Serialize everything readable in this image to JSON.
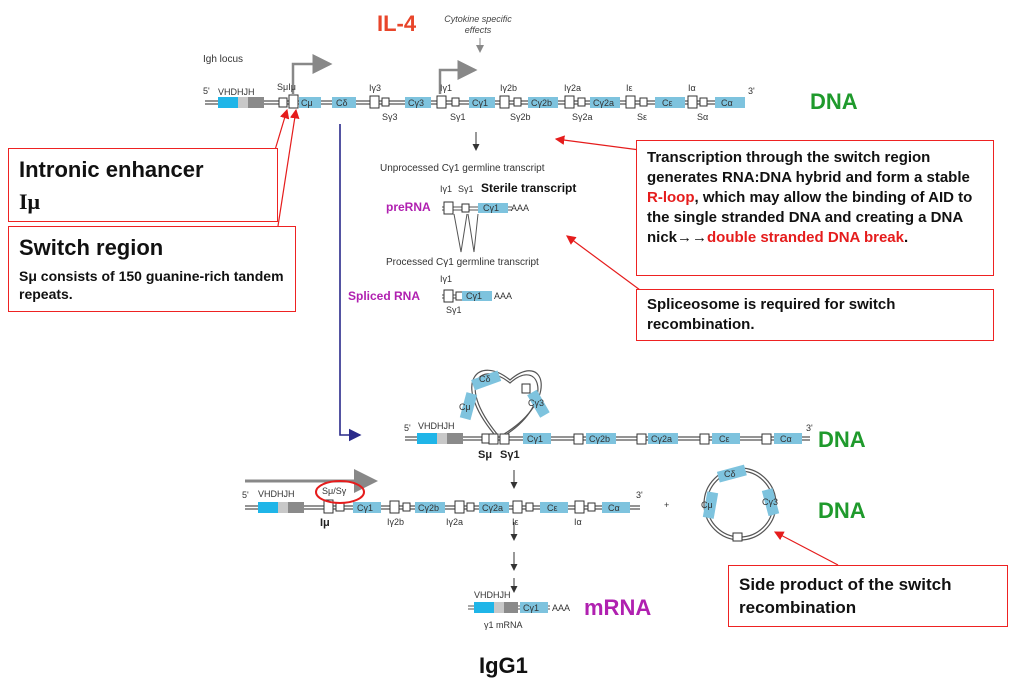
{
  "title": {
    "il4": "IL-4",
    "cytokine_effects": "Cytokine specific effects",
    "igh_locus": "Igh locus"
  },
  "labels": {
    "dna_top": "DNA",
    "dna_mid": "DNA",
    "dna_circle": "DNA",
    "mrna": "mRNA",
    "igg1": "IgG1",
    "unprocessed": "Unprocessed Cγ1 germline transcript",
    "processed": "Processed Cγ1 germline transcript",
    "sterile": "Sterile transcript",
    "prerna": "preRNA",
    "spliced": "Spliced RNA",
    "gamma1_mrna": "γ1 mRNA",
    "s_mu_s_gamma": "Sμ/Sγ",
    "i_mu": "Iμ",
    "s_mu": "Sμ",
    "s_gamma1": "Sγ1",
    "plus": "+"
  },
  "boxes": {
    "intronic_title": "Intronic enhancer",
    "intronic_sub": "Iμ",
    "switch_title": "Switch region",
    "switch_sub": "Sμ consists of 150 guanine-rich tandem repeats.",
    "transcription_pre": "Transcription through the switch region generates RNA:DNA hybrid and form a stable ",
    "transcription_rloop": "R-loop",
    "transcription_mid": ", which may allow the binding of AID to the single stranded DNA and creating a DNA nick→→",
    "transcription_break": "double stranded DNA break",
    "transcription_end": ".",
    "spliceosome": "Spliceosome is required for switch recombination.",
    "side_product": "Side product of the switch recombination"
  },
  "locus_top": {
    "five": "5'",
    "three": "3'",
    "vdj": "VHDHJH",
    "si_mu": "SμIμ",
    "genes": [
      "Cμ",
      "Cδ",
      "Cγ3",
      "Cγ1",
      "Cγ2b",
      "Cγ2a",
      "Cε",
      "Cα"
    ],
    "i_labels": [
      "Iγ3",
      "Iγ1",
      "Iγ2b",
      "Iγ2a",
      "Iε",
      "Iα"
    ],
    "s_labels": [
      "Sγ3",
      "Sγ1",
      "Sγ2b",
      "Sγ2a",
      "Sε",
      "Sα"
    ]
  },
  "transcripts": {
    "iy1": "Iγ1",
    "sy1": "Sγ1",
    "cy1": "Cγ1",
    "aaa": "AAA"
  },
  "locus_mid": {
    "five": "5'",
    "three": "3'",
    "vdj": "VHDHJH",
    "genes": [
      "Cγ1",
      "Cγ2b",
      "Cγ2a",
      "Cε",
      "Cα"
    ],
    "loop_genes": [
      "Cδ",
      "Cγ3",
      "Cμ"
    ]
  },
  "locus_low": {
    "five": "5'",
    "three": "3'",
    "vdj": "VHDHJH",
    "genes": [
      "Cγ1",
      "Cγ2b",
      "Cγ2a",
      "Cε",
      "Cα"
    ],
    "i_labels": [
      "Iγ2b",
      "Iγ2a",
      "Iε",
      "Iα"
    ]
  },
  "circle": {
    "genes": [
      "Cδ",
      "Cγ3",
      "Cμ"
    ]
  },
  "mrna_row": {
    "vdj": "VHDHJH",
    "cy1": "Cγ1",
    "aaa": "AAA"
  },
  "colors": {
    "gene": "#7ec3de",
    "vdj_blue": "#1fb5e8",
    "grey": "#a8a8a8",
    "red_text": "#e8452a",
    "green_text": "#1f9a2c",
    "magenta_text": "#b020b0",
    "box_border": "#e22",
    "navy_arrow": "#2a2a8a"
  }
}
